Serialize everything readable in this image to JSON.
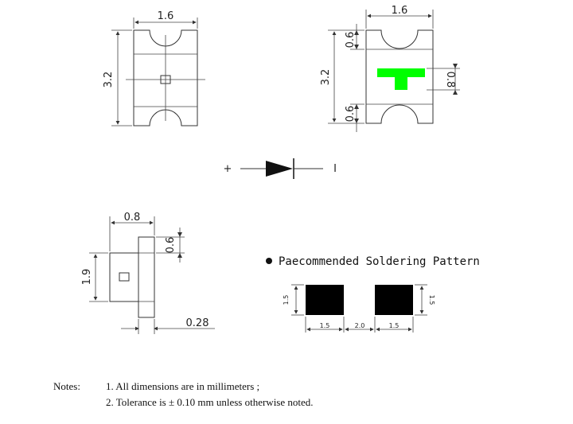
{
  "top_view": {
    "width_label": "1.6",
    "length_label": "3.2"
  },
  "marked_view": {
    "width_label": "1.6",
    "length_label": "3.2",
    "top_band_label": "0.6",
    "bottom_band_label": "0.6",
    "marking_height_label": "0.8",
    "marking_color": "#00ff00"
  },
  "symbol": {
    "anode_label": "+",
    "cathode_label": "I"
  },
  "side_view": {
    "width_label": "0.8",
    "cap_label": "0.6",
    "height_label": "1.9",
    "terminal_label": "0.28"
  },
  "soldering": {
    "heading": "Paecommended Soldering Pattern",
    "pad_height_left": "1.5",
    "pad_height_right": "1.5",
    "pad_width_left": "1.5",
    "gap": "2.0",
    "pad_width_right": "1.5",
    "pad_color": "#000000"
  },
  "notes": {
    "label": "Notes:",
    "items": [
      "1. All dimensions are in millimeters ;",
      "2. Tolerance is ± 0.10 mm unless otherwise noted."
    ]
  }
}
